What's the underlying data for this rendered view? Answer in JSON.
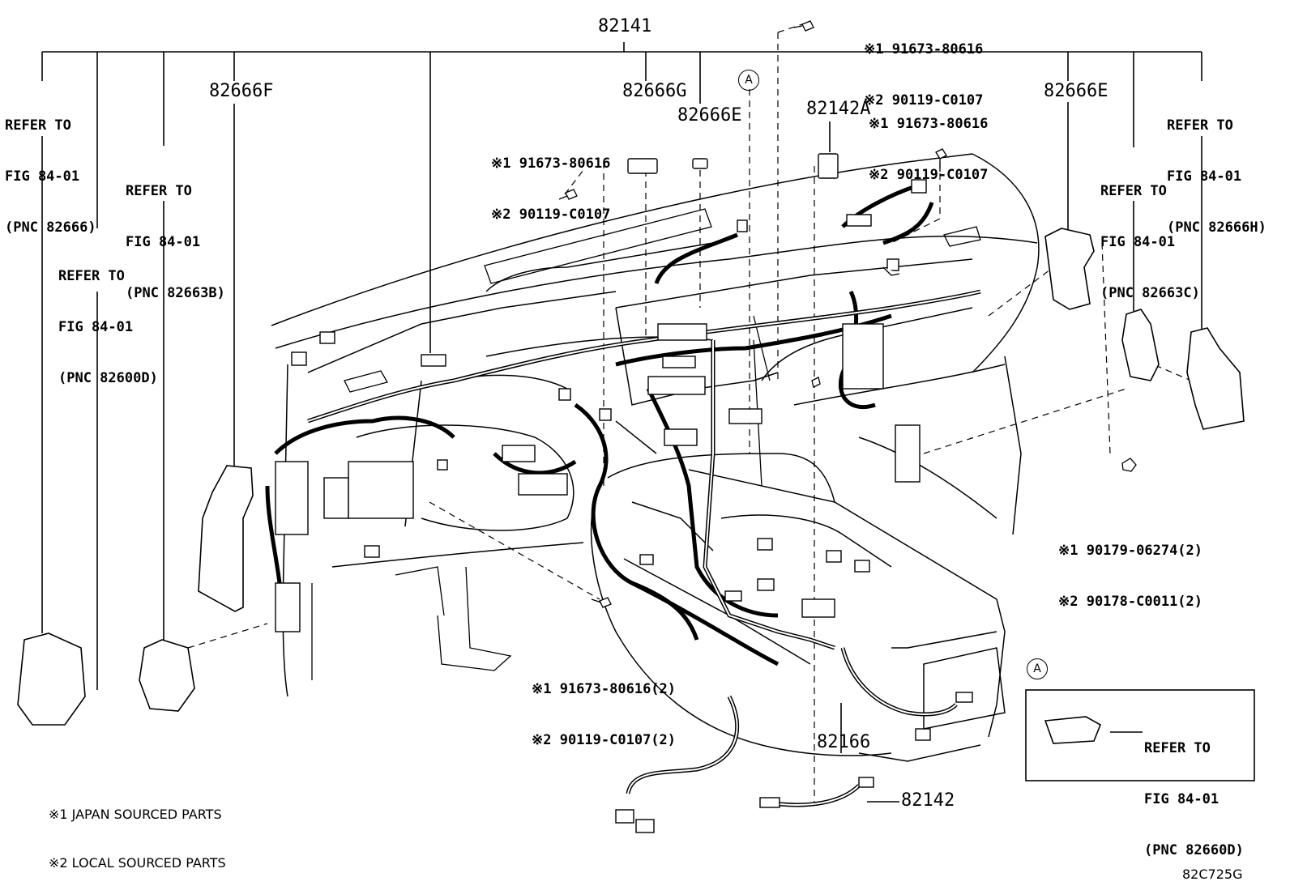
{
  "main_part": "82141",
  "part_numbers": {
    "p82666F": "82666F",
    "p82666G": "82666G",
    "p82666E_center": "82666E",
    "p82142A": "82142A",
    "p82666E_right": "82666E",
    "p82166": "82166",
    "p82142": "82142"
  },
  "refs": {
    "left1": [
      "REFER TO",
      "FIG 84-01",
      "(PNC 82666)"
    ],
    "left2": [
      "REFER TO",
      "FIG 84-01",
      "(PNC 82663B)"
    ],
    "left3": [
      "REFER TO",
      "FIG 84-01",
      "(PNC 82600D)"
    ],
    "right1": [
      "REFER TO",
      "FIG 84-01",
      "(PNC 82666H)"
    ],
    "right2": [
      "REFER TO",
      "FIG 84-01",
      "(PNC 82663C)"
    ],
    "inset": [
      "REFER TO",
      "FIG 84-01",
      "(PNC 82660D)"
    ]
  },
  "fasteners": {
    "top": [
      "※1 91673-80616",
      "※2 90119-C0107"
    ],
    "mid_right": [
      "※1 91673-80616",
      "※2 90119-C0107"
    ],
    "mid_left": [
      "※1 91673-80616",
      "※2 90119-C0107"
    ],
    "bottom": [
      "※1 91673-80616(2)",
      "※2 90119-C0107(2)"
    ],
    "right": [
      "※1 90179-06274(2)",
      "※2 90178-C0011(2)"
    ]
  },
  "callout_letter": "A",
  "notes": [
    "※1 JAPAN SOURCED PARTS",
    "※2 LOCAL SOURCED PARTS"
  ],
  "figure_code": "82C725G"
}
